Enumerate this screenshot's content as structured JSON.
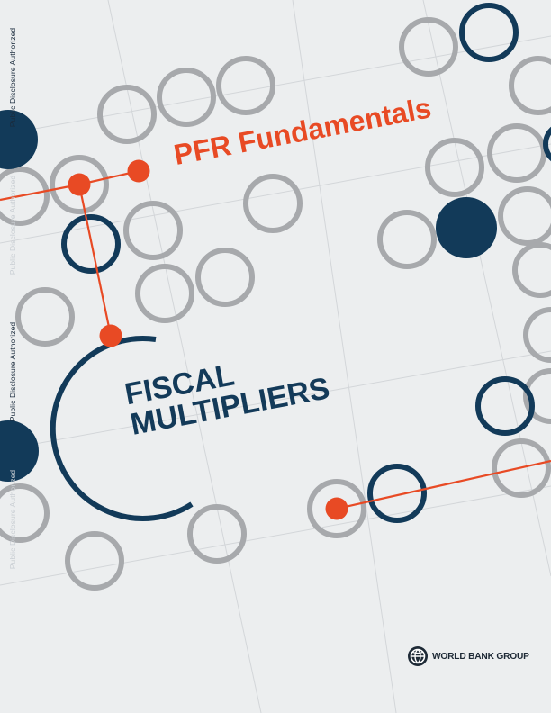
{
  "disclosure_label": "Public Disclosure Authorized",
  "series_title": "PFR Fundamentals",
  "report_title": [
    "FISCAL",
    "MULTIPLIERS"
  ],
  "publisher": "WORLD BANK GROUP",
  "colors": {
    "background": "#eceeef",
    "navy": "#123a59",
    "orange": "#e84a24",
    "gray_ring": "#a7a9ac",
    "grid": "#d3d6d9"
  },
  "icons": [
    "globe-emblem-icon"
  ]
}
